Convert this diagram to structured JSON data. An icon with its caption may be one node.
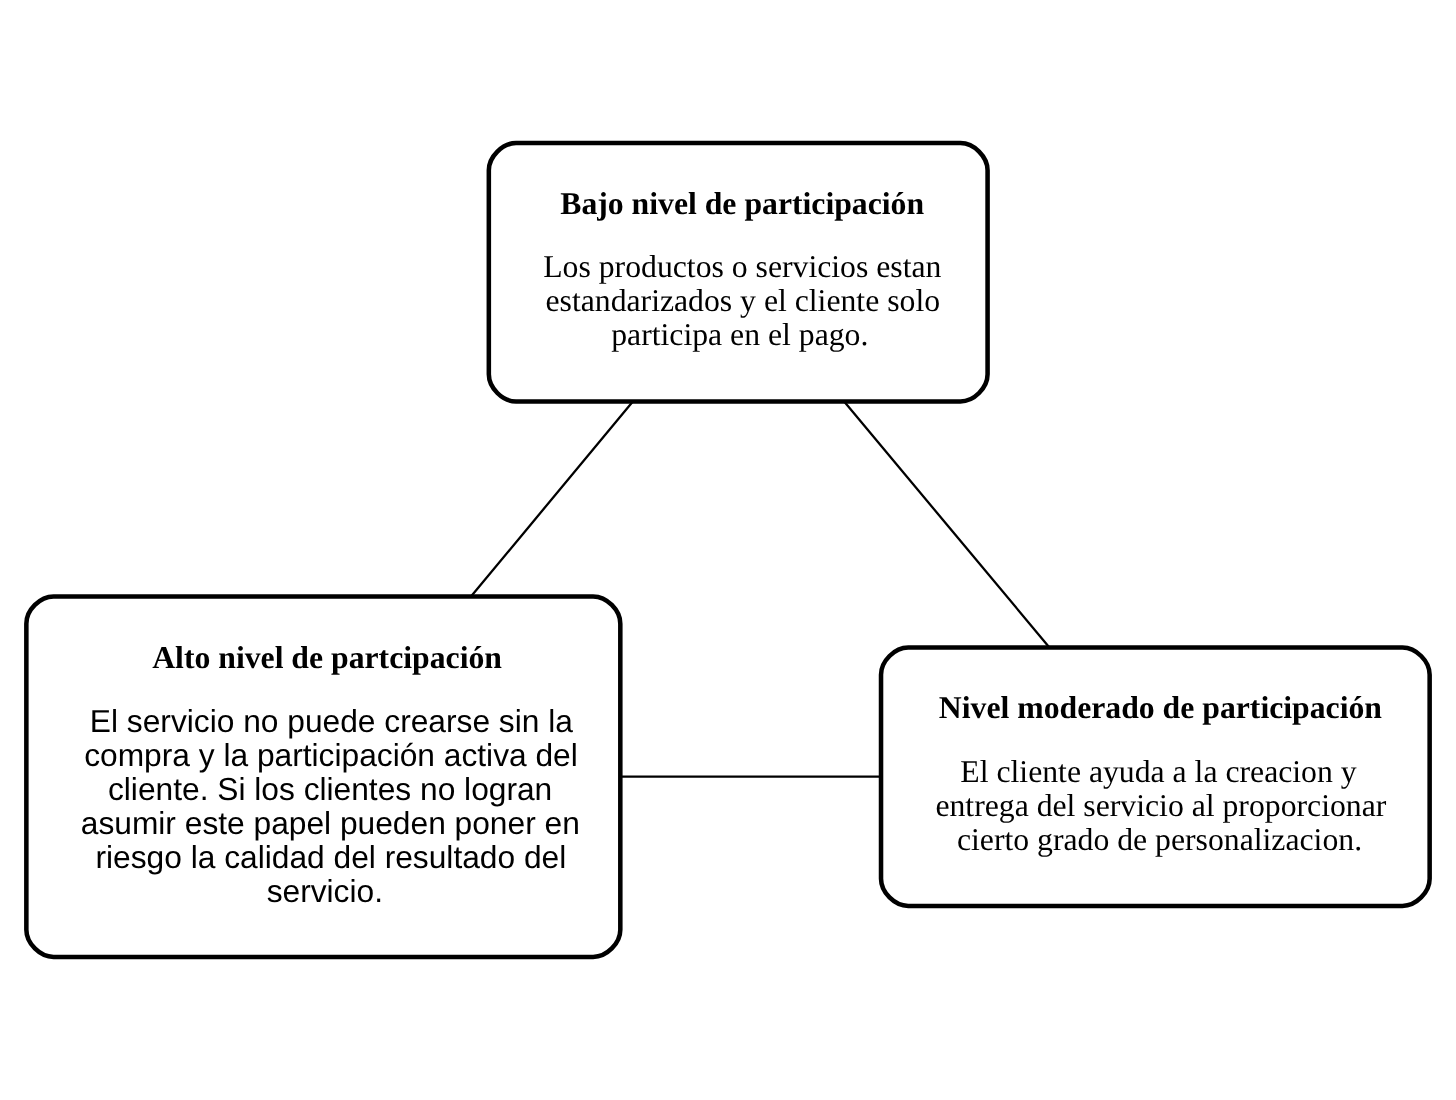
{
  "diagram": {
    "nodes": [
      {
        "text": [
          "Bajo nivel de participación",
          "Los productos o servicios estan estandarizados y el cliente solo participa en el pago."
        ]
      },
      {
        "text": [
          "Alto nivel de partcipación",
          "El servicio no puede crearse sin la compra y la participación activa del cliente. Si los clientes no logran asumir este papel pueden poner en riesgo la calidad del resultado del servicio."
        ]
      },
      {
        "text": [
          "Nivel moderado de participación",
          "El cliente ayuda a la creacion y entrega del servicio al proporcionar cierto grado de personalizacion."
        ]
      }
    ],
    "edges": [
      {
        "from": 0,
        "to": 2,
        "arrow": "none"
      },
      {
        "from": 1,
        "to": 2,
        "arrow": "none"
      },
      {
        "from": 0,
        "to": 1,
        "arrow": "none"
      }
    ]
  }
}
